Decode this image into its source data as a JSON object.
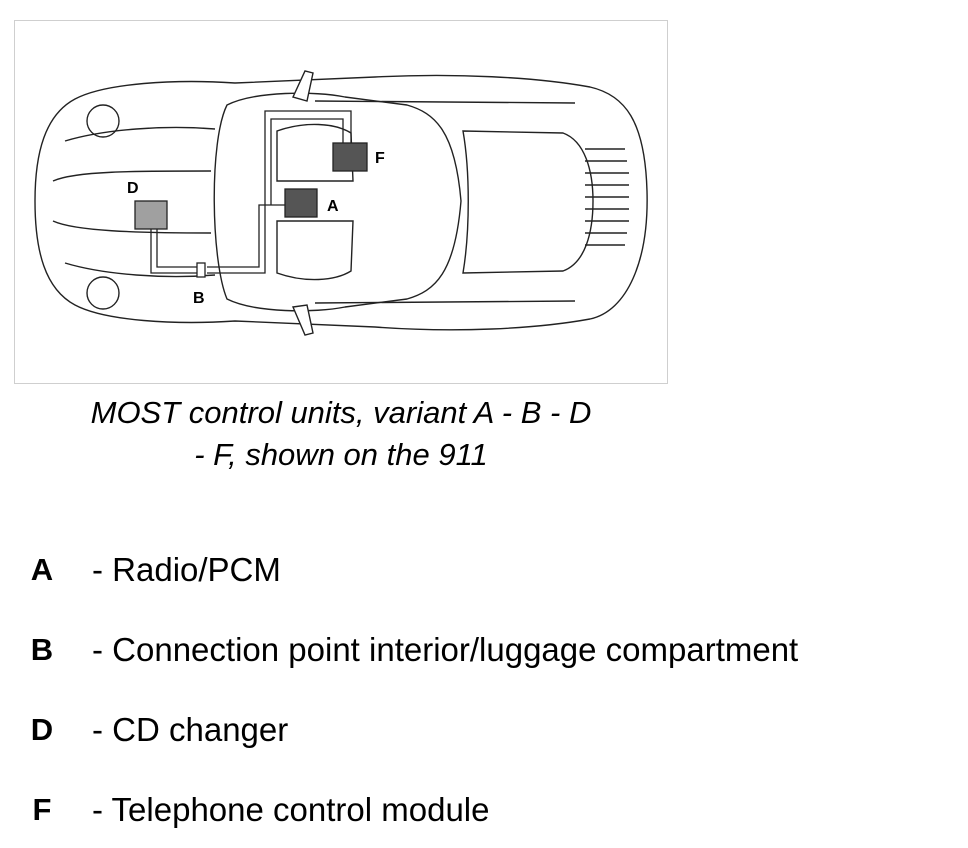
{
  "diagram": {
    "units": [
      {
        "key": "A",
        "color": "#555555"
      },
      {
        "key": "B",
        "color": "#ffffff"
      },
      {
        "key": "D",
        "color": "#a0a0a0"
      },
      {
        "key": "F",
        "color": "#555555"
      }
    ]
  },
  "caption": {
    "line1": "MOST control units, variant A - B - D",
    "line2": "- F, shown on the 911"
  },
  "legend": [
    {
      "key": "A",
      "text": "- Radio/PCM"
    },
    {
      "key": "B",
      "text": "- Connection point interior/luggage compartment"
    },
    {
      "key": "D",
      "text": "- CD changer"
    },
    {
      "key": "F",
      "text": "- Telephone control module"
    }
  ]
}
